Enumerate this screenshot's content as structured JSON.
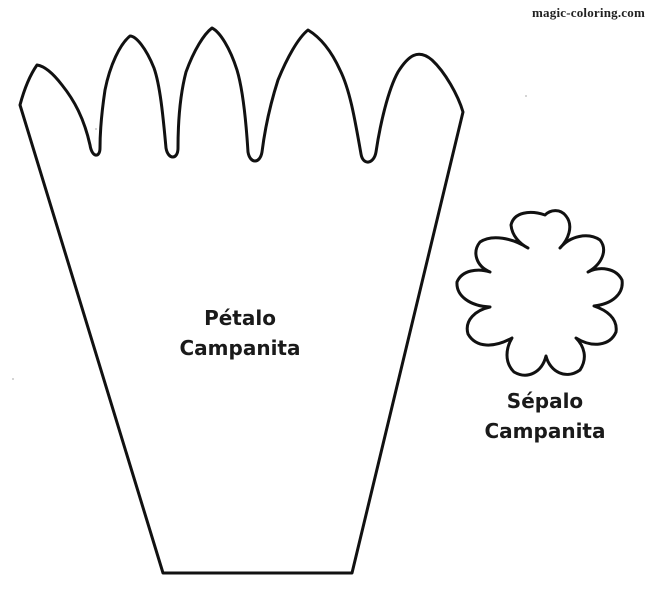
{
  "watermark": "magic-coloring.com",
  "petal": {
    "label_line1": "Pétalo",
    "label_line2": "Campanita"
  },
  "sepal": {
    "label_line1": "Sépalo",
    "label_line2": "Campanita"
  }
}
